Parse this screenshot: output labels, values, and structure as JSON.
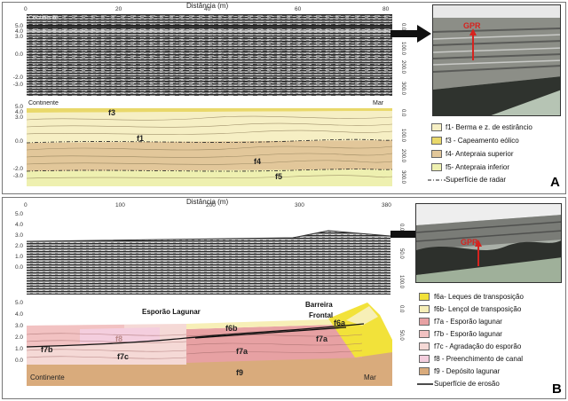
{
  "panelA": {
    "axis_title": "Distância (m)",
    "x_ticks": [
      "0",
      "20",
      "40",
      "60",
      "80"
    ],
    "radar_label": "Continente",
    "interp_label_left": "Continente",
    "interp_label_right": "Mar",
    "y_ticks_top": [
      "5.0",
      "4.0",
      "3.0",
      "0.0",
      "-2.0",
      "-3.0"
    ],
    "y_ticks_bottom": [
      "5.0",
      "4.0",
      "3.0",
      "0.0",
      "-2.0",
      "-3.0"
    ],
    "time_ticks_top": [
      "0.0",
      "100.0",
      "200.0",
      "300.0"
    ],
    "time_ticks_bottom": [
      "0.0",
      "100.0",
      "200.0",
      "300.0"
    ],
    "facies": [
      "f3",
      "f1",
      "f4",
      "f5"
    ],
    "photo_label": "GPR",
    "letter": "A",
    "legend": [
      {
        "label": "f1- Berma e z. de estirâncio",
        "color": "#f6efc4"
      },
      {
        "label": "f3 - Capeamento eólico",
        "color": "#e9d86a"
      },
      {
        "label": "f4- Antepraia superior",
        "color": "#e2c79a"
      },
      {
        "label": "f5- Antepraia inferior",
        "color": "#eef0b0"
      },
      {
        "label": "Superfície de radar",
        "color": ""
      }
    ]
  },
  "panelB": {
    "axis_title": "Distância (m)",
    "x_ticks": [
      "0",
      "100",
      "200",
      "300",
      "380"
    ],
    "y_ticks_top": [
      "5.0",
      "4.0",
      "3.0",
      "2.0",
      "1.0",
      "0.0"
    ],
    "y_ticks_bottom": [
      "5.0",
      "4.0",
      "3.0",
      "2.0",
      "1.0",
      "0.0"
    ],
    "time_ticks_top": [
      "0.0",
      "50.0",
      "100.0"
    ],
    "time_ticks_bottom": [
      "0.0",
      "50.0"
    ],
    "titles": [
      "Esporão Lagunar",
      "Barreira",
      "Frontal"
    ],
    "facies": [
      "f6a",
      "f6b",
      "f8",
      "f7b",
      "f7c",
      "f7a",
      "f7a",
      "f9"
    ],
    "label_left": "Continente",
    "label_right": "Mar",
    "photo_label": "GPR",
    "letter": "B",
    "legend": [
      {
        "label": "f6a- Leques de transposição",
        "color": "#f2e23a"
      },
      {
        "label": "f6b- Lençol de transposição",
        "color": "#f7efb7"
      },
      {
        "label": "f7a - Esporão lagunar",
        "color": "#e7a1a3"
      },
      {
        "label": "f7b - Esporão lagunar",
        "color": "#f2c2c2"
      },
      {
        "label": "f7c - Agradação do esporão",
        "color": "#f5d9d6"
      },
      {
        "label": "f8 - Preenchimento de canal",
        "color": "#f4cede"
      },
      {
        "label": "f9 - Depósito lagunar",
        "color": "#d9ab7c"
      },
      {
        "label": "Superfície de erosão",
        "color": ""
      }
    ]
  }
}
